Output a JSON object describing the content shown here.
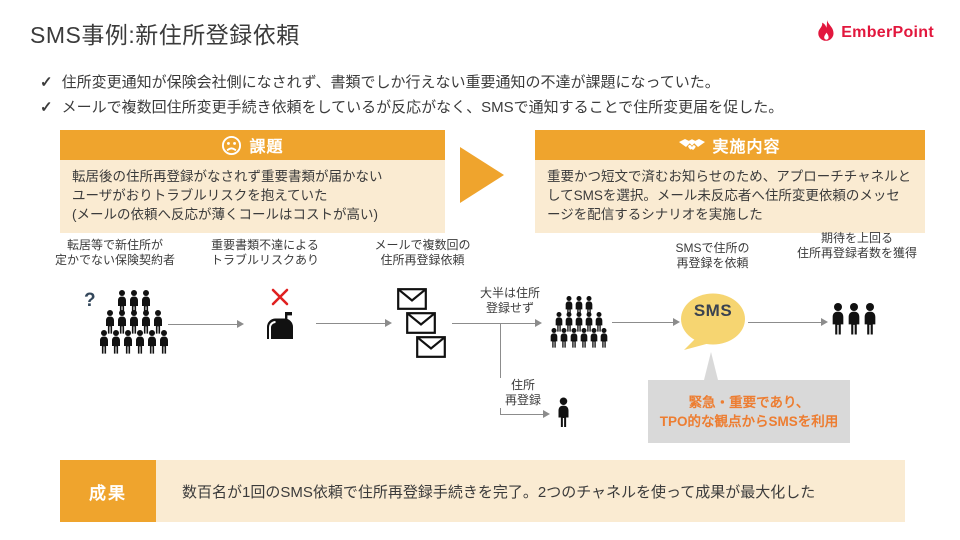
{
  "header": {
    "title": "SMS事例:新住所登録依頼",
    "logo_text": "EmberPoint"
  },
  "bullets": [
    "住所変更通知が保険会社側になされず、書類でしか行えない重要通知の不達が課題になっていた。",
    "メールで複数回住所変更手続き依頼をしているが反応がなく、SMSで通知することで住所変更届を促した。"
  ],
  "challenge": {
    "header": "課題",
    "body": "転居後の住所再登録がなされず重要書類が届かない\nユーザがおりトラブルリスクを抱えていた\n(メールの依頼へ反応が薄くコールはコストが高い)"
  },
  "implementation": {
    "header": "実施内容",
    "body": "重要かつ短文で済むお知らせのため、アプローチチャネルとしてSMSを選択。メール未反応者へ住所変更依頼のメッセージを配信するシナリオを実施した"
  },
  "flow": {
    "labels": {
      "step1": "転居等で新住所が\n定かでない保険契約者",
      "step2": "重要書類不達による\nトラブルリスクあり",
      "step3": "メールで複数回の\n住所再登録依頼",
      "step4": "SMSで住所の\n再登録を依頼",
      "step5": "期待を上回る\n住所再登録者数を獲得",
      "branch_no_register": "大半は住所\n登録せず",
      "branch_register": "住所\n再登録",
      "question_mark": "?"
    },
    "sms_bubble": "SMS",
    "note": "緊急・重要であり、\nTPO的な観点からSMSを利用"
  },
  "results": {
    "label": "成果",
    "body": "数百名が1回のSMS依頼で住所再登録手続きを完了。2つのチャネルを使って成果が最大化した"
  },
  "colors": {
    "accent_orange": "#EFA42D",
    "panel_cream": "#FAEBD2",
    "note_gray": "#D9D9D9",
    "note_text_orange": "#ED7D31",
    "logo_red": "#E2173D",
    "bubble_yellow": "#F6D571",
    "arrow_gray": "#8C8C8C",
    "error_red": "#E02020"
  }
}
